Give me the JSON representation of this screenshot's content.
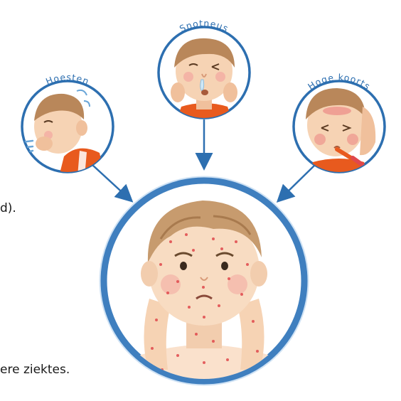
{
  "labels": {
    "left": "Hoesten",
    "top": "Snotneus",
    "right": "Hoge koorts"
  },
  "cutoff_text": {
    "line_1": "d).",
    "line_2": "ere ziektes."
  },
  "colors": {
    "ring": "#3f7fbf",
    "ring_light": "#cfe2f4",
    "arrow": "#2d6fb0",
    "label": "#2d6fb0",
    "skin": "#f6d3b4",
    "hair": "#b9875a",
    "shirt": "#e85a1e",
    "rash": "#e0484c"
  }
}
